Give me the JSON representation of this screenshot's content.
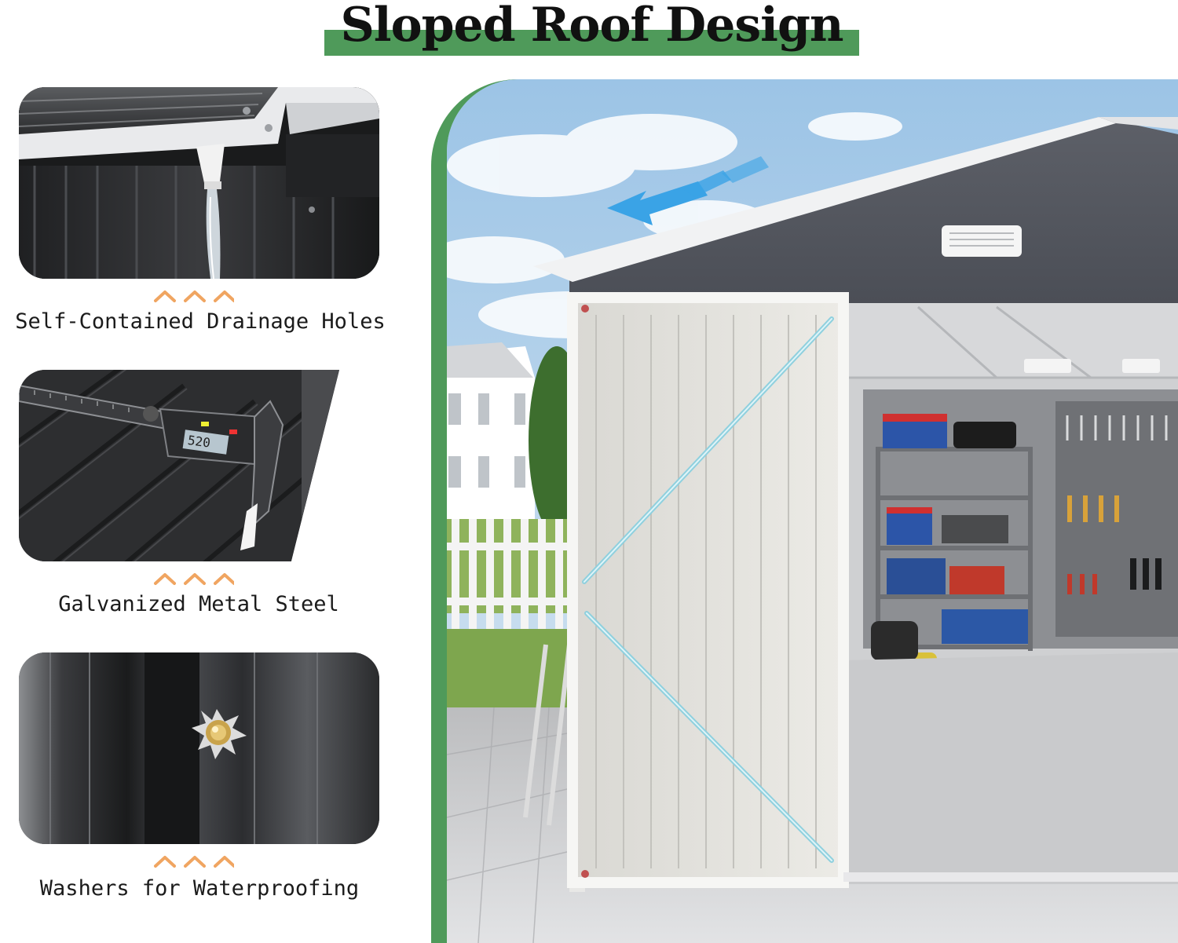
{
  "title": "Sloped Roof Design",
  "features": [
    {
      "caption": "Self-Contained Drainage Holes"
    },
    {
      "caption": "Galvanized Metal Steel"
    },
    {
      "caption": "Washers for Waterproofing"
    }
  ],
  "caliper_reading": "520",
  "colors": {
    "accent_green": "#4f9a5a",
    "caret_orange": "#f0a561",
    "arrow_blue": "#3aa3e6"
  }
}
